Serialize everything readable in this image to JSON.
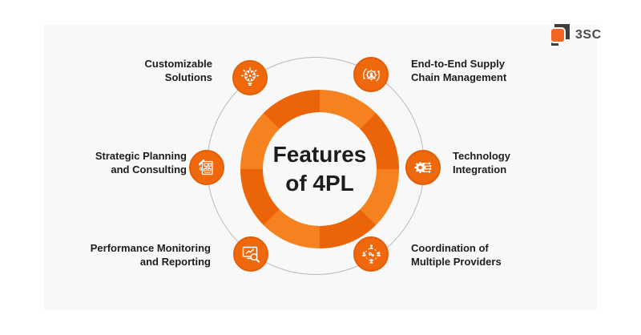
{
  "logo": {
    "text": "3SC"
  },
  "center": {
    "title_line1": "Features",
    "title_line2": "of 4PL"
  },
  "colors": {
    "panel_bg": "#f8f8f8",
    "ring_light": "#f5821f",
    "ring_dark": "#ec6408",
    "icon_bg": "#f0680c",
    "icon_rim": "#e05f07",
    "text": "#1d1d1b",
    "connector_line": "#b9b9b9",
    "logo_dark": "#3e3e3e",
    "logo_orange": "#f26522"
  },
  "features": [
    {
      "id": "customizable-solutions",
      "icon": "lightbulb-gear-icon",
      "lines": [
        "Customizable",
        "Solutions"
      ]
    },
    {
      "id": "end-to-end-supply-chain-management",
      "icon": "person-gear-cycle-icon",
      "lines": [
        "End-to-End Supply",
        "Chain Management"
      ]
    },
    {
      "id": "strategic-planning-and-consulting",
      "icon": "document-pencil-flowchart-icon",
      "lines": [
        "Strategic Planning",
        "and Consulting"
      ]
    },
    {
      "id": "technology-integration",
      "icon": "gear-circuit-icon",
      "lines": [
        "Technology",
        "Integration"
      ]
    },
    {
      "id": "performance-monitoring-and-reporting",
      "icon": "monitor-chart-magnifier-icon",
      "lines": [
        "Performance Monitoring",
        "and Reporting"
      ]
    },
    {
      "id": "coordination-of-multiple-providers",
      "icon": "people-network-gears-icon",
      "lines": [
        "Coordination of",
        "Multiple Providers"
      ]
    }
  ]
}
